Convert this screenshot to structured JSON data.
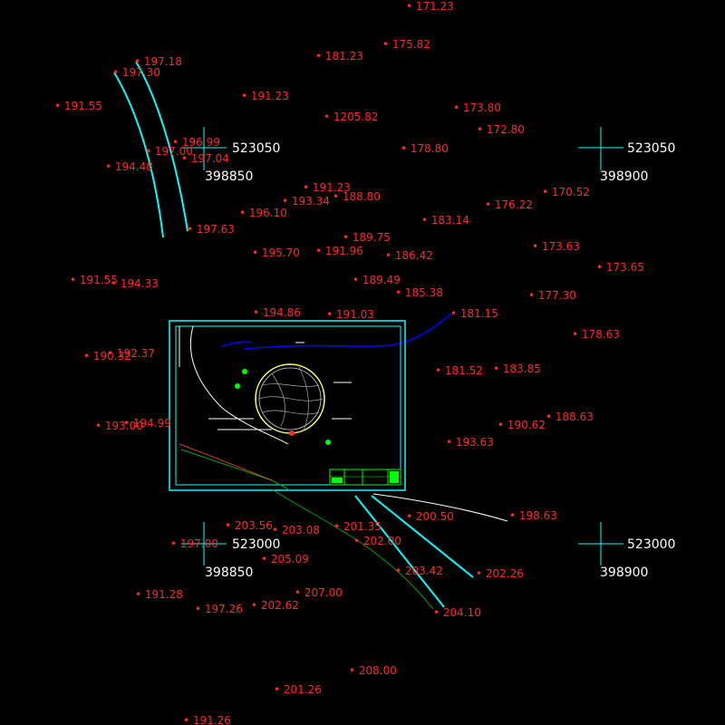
{
  "elevations": [
    "171.23",
    "175.82",
    "181.23",
    "197.18",
    "197.30",
    "191.23",
    "191.55",
    "1205.82",
    "173.80",
    "172.80",
    "196.99",
    "197.00",
    "197.04",
    "178.80",
    "194.48",
    "191.23",
    "193.34",
    "188.80",
    "196.10",
    "176.22",
    "170.52",
    "183.14",
    "197.63",
    "189.75",
    "173.63",
    "195.70",
    "191.96",
    "186.42",
    "173.65",
    "191.55",
    "194.33",
    "189.49",
    "185.38",
    "177.30",
    "194.86",
    "191.03",
    "181.15",
    "178.63",
    "190.32",
    "192.37",
    "181.52",
    "183.85",
    "193.00",
    "194.99",
    "190.62",
    "188.63",
    "193.63",
    "200.50",
    "198.63",
    "203.56",
    "203.08",
    "201.35",
    "197.00",
    "202.00",
    "205.09",
    "203.42",
    "202.26",
    "191.28",
    "207.00",
    "197.26",
    "202.62",
    "204.10",
    "208.00",
    "201.26",
    "191.26"
  ],
  "coordinates": {
    "top_left_y": "523050",
    "top_left_x": "398850",
    "top_right_y": "523050",
    "top_right_x": "398900",
    "bottom_left_y": "523000",
    "bottom_left_x": "398850",
    "bottom_right_y": "523000",
    "bottom_right_x": "398900"
  },
  "colors": {
    "background": "#000000",
    "elevation_text": "#ff2a2a",
    "coordinate_text": "#ffffff",
    "crosshair": "#00ffff",
    "road_edge": "#00ffff",
    "stream": "#0000ff",
    "frame": "#00ffff",
    "title_block": "#00ff00",
    "boundary_line": "#00aa00",
    "path_line": "#ffffff"
  }
}
